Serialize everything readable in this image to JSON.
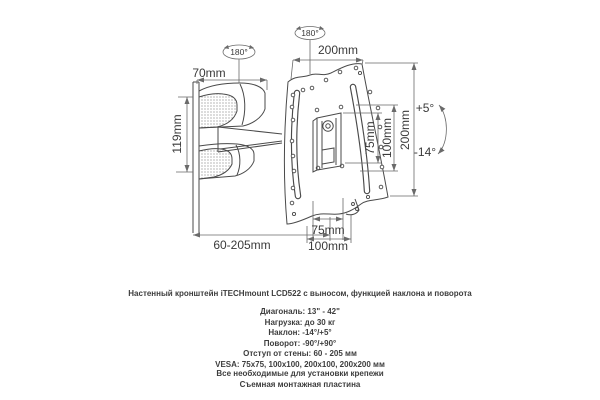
{
  "diagram": {
    "rotation_left_label": "180°",
    "rotation_top_label": "180°",
    "dim_bracket_depth": "70mm",
    "dim_plate_width": "200mm",
    "dim_wall_plate_height": "119mm",
    "dim_wall_offset": "60-205mm",
    "dim_vesa75_vertical": "75mm",
    "dim_vesa100_vertical": "100mm",
    "dim_plate_height": "200mm",
    "tilt_up_label": "+5°",
    "tilt_down_label": "-14°",
    "dim_vesa75_horizontal": "75mm",
    "dim_vesa100_horizontal": "100mm"
  },
  "description": {
    "title": "Настенный кронштейн iTECHmount LCD522 с выносом, функцией наклона и поворота",
    "specs": [
      "Диагональ: 13\" - 42\"",
      "Нагрузка: до 30 кг",
      "Наклон: -14°/+5°",
      "Поворот: -90°/+90°",
      "Отступ от стены: 60 - 205 мм",
      "VESA: 75x75, 100x100, 200x100, 200x200 мм"
    ],
    "extras": [
      "Все необходимые для установки крепежи",
      "Съемная монтажная пластина"
    ]
  },
  "colors": {
    "background": "#ffffff",
    "drawing_line": "#4a4a4a",
    "dimension_line": "#777777",
    "text": "#3a3a3a"
  }
}
